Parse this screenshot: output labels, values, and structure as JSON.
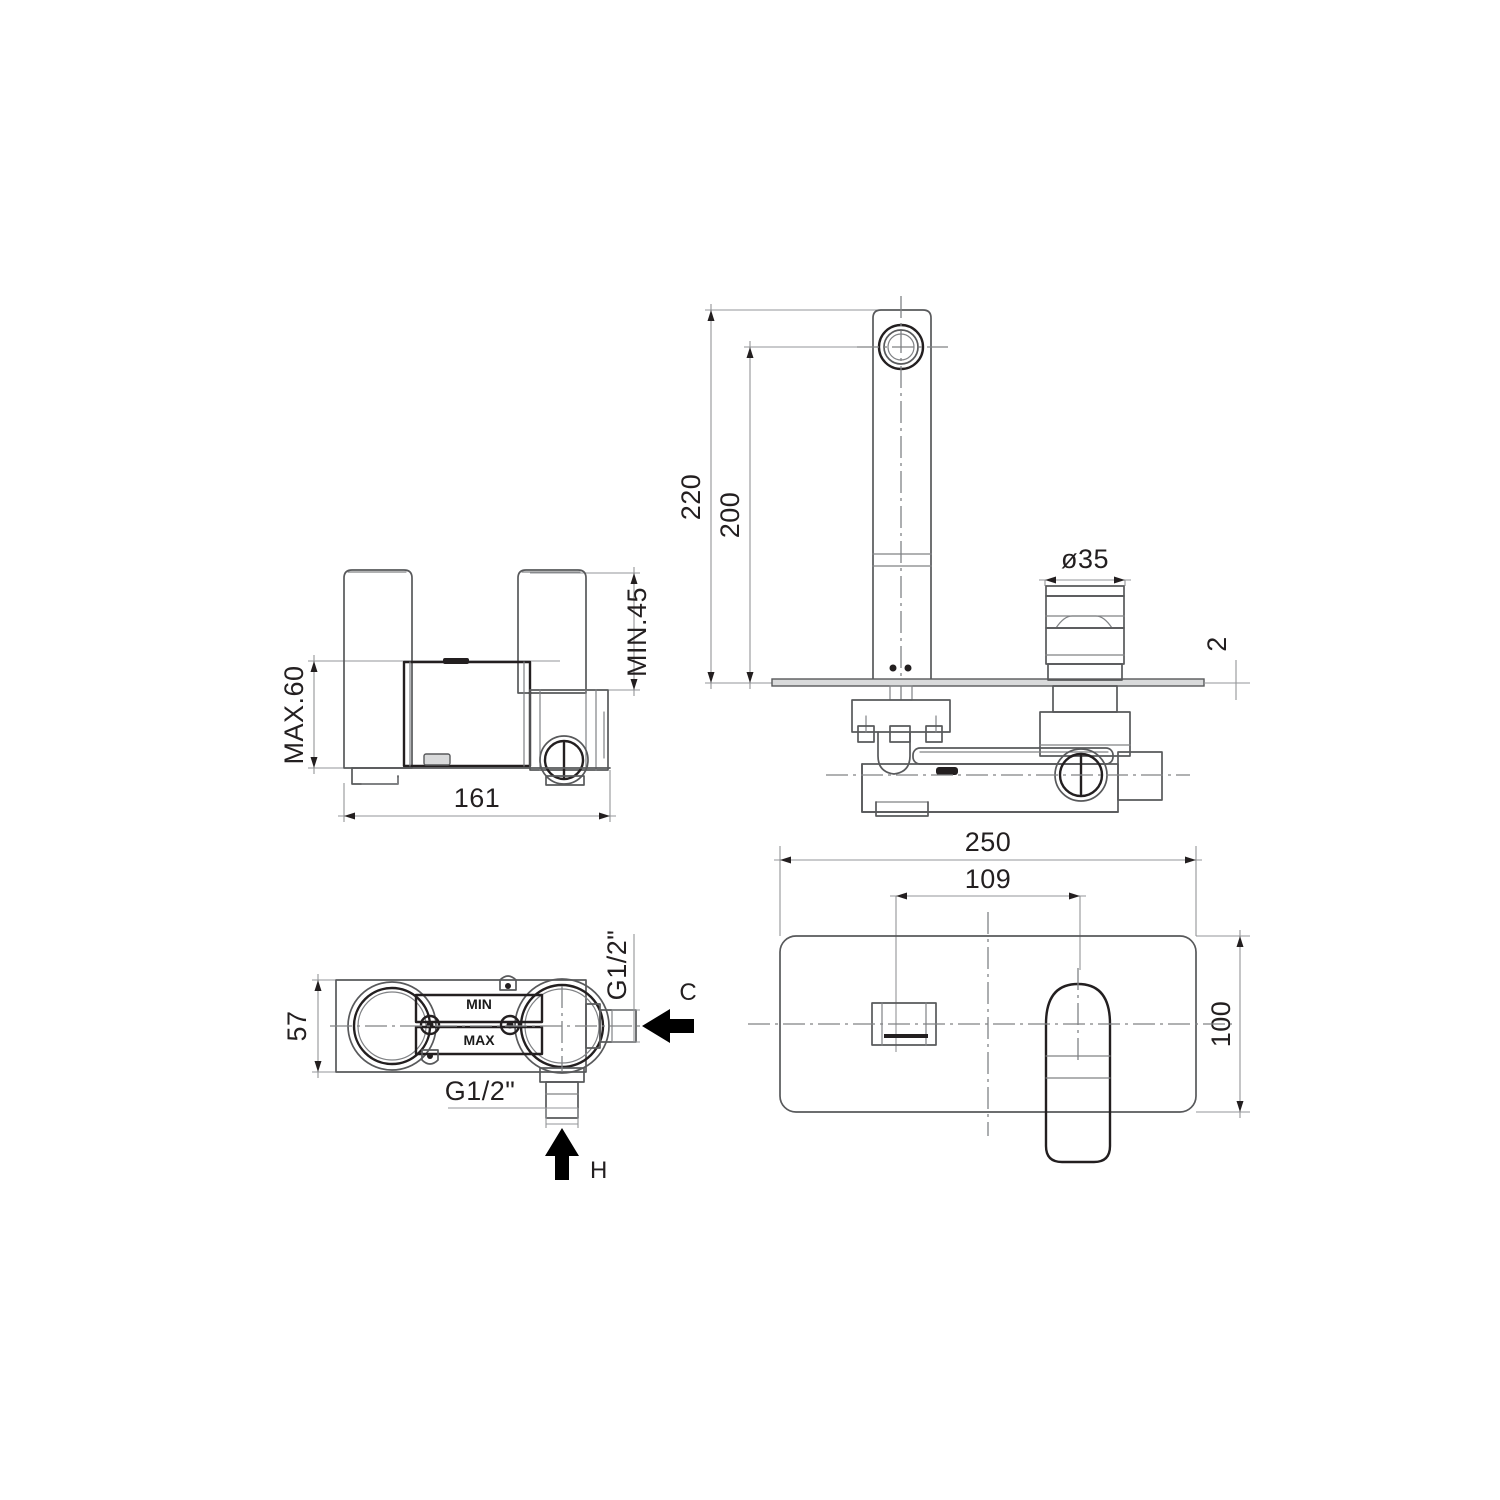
{
  "document": {
    "type": "technical-drawing",
    "subject": "Wall-mounted concealed basin mixer tap",
    "units": "mm",
    "background_color": "#ffffff",
    "line_color": "#58595b",
    "text_color": "#231f20"
  },
  "views": {
    "top_left": {
      "name": "side-elevation-rough-in-body",
      "dimensions": {
        "width": "161",
        "depth_max": "MAX.60",
        "depth_min": "MIN.45"
      }
    },
    "top_right": {
      "name": "side-section-installed",
      "dimensions": {
        "spout_total_height": "220",
        "spout_outlet_height": "200",
        "cartridge_diameter": "ø35",
        "plate_thickness": "2"
      }
    },
    "bottom_left": {
      "name": "valve-body-plan-view",
      "dimensions": {
        "body_height": "57"
      },
      "labels": {
        "min": "MIN",
        "max": "MAX",
        "inlet_cold_thread": "G1/2\"",
        "inlet_hot_thread": "G1/2\"",
        "cold_marker": "C",
        "hot_marker": "H"
      }
    },
    "bottom_right": {
      "name": "front-elevation-escutcheon-plate",
      "dimensions": {
        "plate_width": "250",
        "spout_to_handle": "109",
        "plate_height": "100"
      }
    }
  },
  "annotations": {
    "arrow_cold": "C",
    "arrow_hot": "H"
  }
}
